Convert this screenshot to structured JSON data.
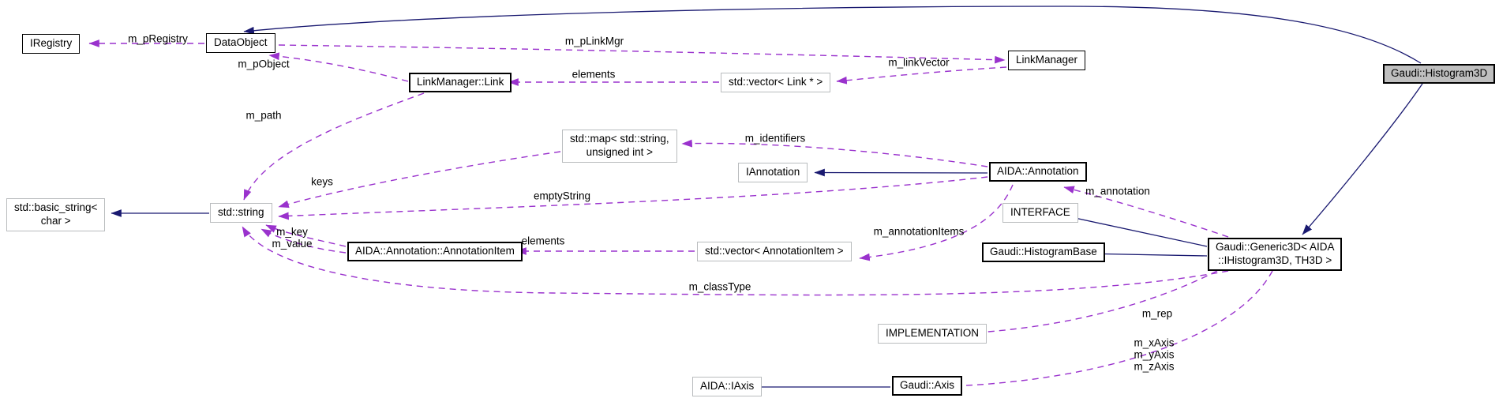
{
  "diagram": {
    "type": "collaboration-graph",
    "selected_node": "Gaudi::Histogram3D"
  },
  "colors": {
    "inheritance_edge": "#191970",
    "usage_edge": "#9a32cd",
    "selected_fill": "#bfbfbf",
    "documented_border": "#000000",
    "external_border": "#b9bcbe",
    "background": "#ffffff"
  },
  "nodes": {
    "iregistry": {
      "label": "IRegistry"
    },
    "dataobject": {
      "label": "DataObject"
    },
    "linkmanager_link": {
      "label": "LinkManager::Link"
    },
    "vector_link": {
      "label": "std::vector< Link * >"
    },
    "linkmanager": {
      "label": "LinkManager"
    },
    "histogram3d": {
      "label": "Gaudi::Histogram3D"
    },
    "map_string_uint": {
      "label": "std::map< std::string,\nunsigned int >"
    },
    "iannotation": {
      "label": "IAnnotation"
    },
    "aida_annotation": {
      "label": "AIDA::Annotation"
    },
    "interface": {
      "label": "INTERFACE"
    },
    "histogrambase": {
      "label": "Gaudi::HistogramBase"
    },
    "generic3d": {
      "label": "Gaudi::Generic3D< AIDA\n::IHistogram3D, TH3D >"
    },
    "basic_string": {
      "label": "std::basic_string<\nchar >"
    },
    "std_string": {
      "label": "std::string"
    },
    "annotationitem": {
      "label": "AIDA::Annotation::AnnotationItem"
    },
    "vector_annotationitem": {
      "label": "std::vector< AnnotationItem >"
    },
    "implementation": {
      "label": "IMPLEMENTATION"
    },
    "aida_iaxis": {
      "label": "AIDA::IAxis"
    },
    "gaudi_axis": {
      "label": "Gaudi::Axis"
    }
  },
  "edge_labels": {
    "m_pRegistry": "m_pRegistry",
    "m_pLinkMgr": "m_pLinkMgr",
    "m_pObject": "m_pObject",
    "m_linkVector": "m_linkVector",
    "elements_links": "elements",
    "m_path": "m_path",
    "m_identifiers": "m_identifiers",
    "keys": "keys",
    "emptyString": "emptyString",
    "m_key_value": "m_key\nm_value",
    "elements_items": "elements",
    "m_annotationItems": "m_annotationItems",
    "m_annotation": "m_annotation",
    "m_classType": "m_classType",
    "m_rep": "m_rep",
    "m_axes": "m_xAxis\nm_yAxis\nm_zAxis"
  }
}
